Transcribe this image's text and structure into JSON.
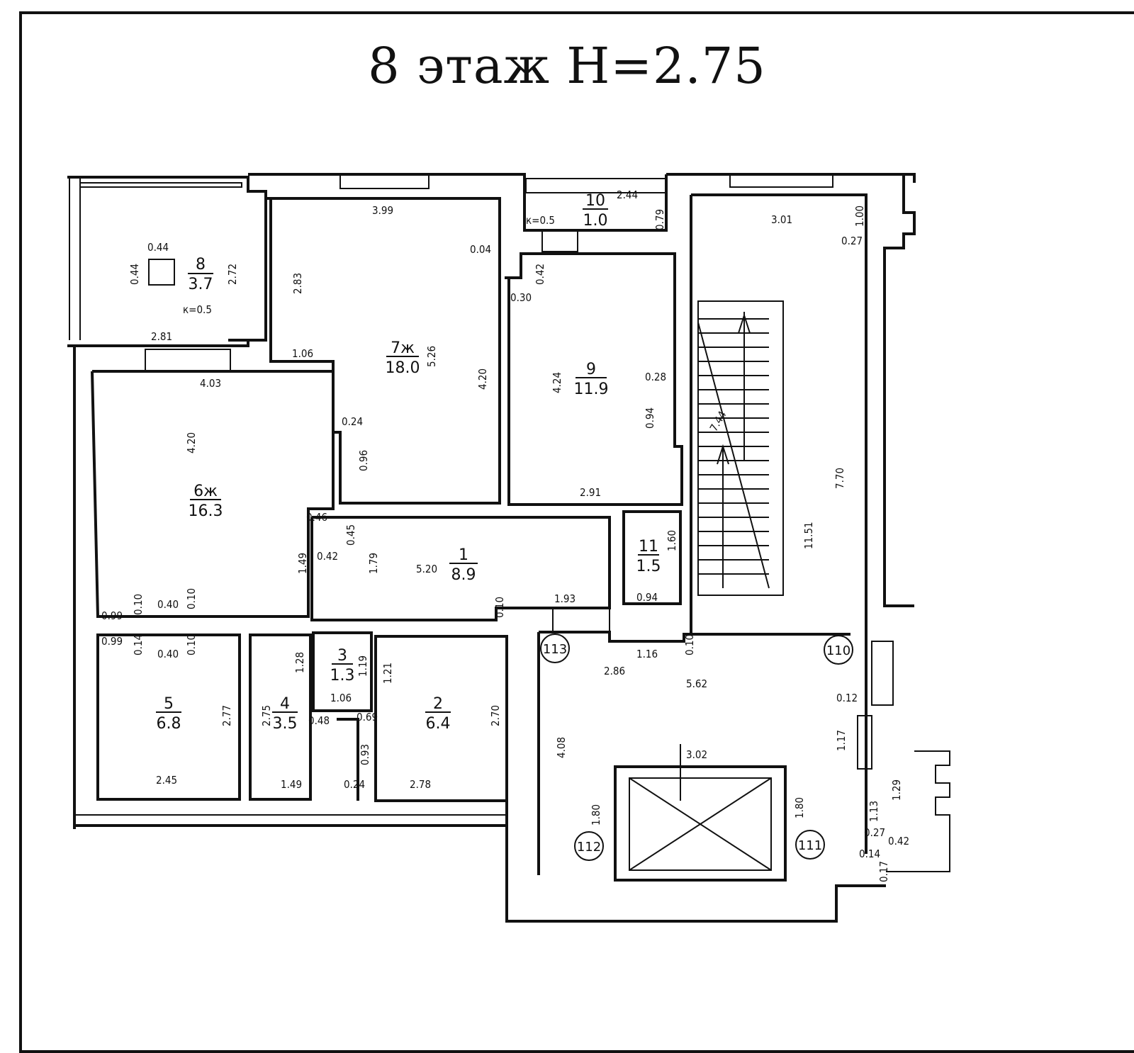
{
  "title": "8 этаж H=2.75",
  "rooms": [
    {
      "id": "r8",
      "number": "8",
      "area": "3.7"
    },
    {
      "id": "r7",
      "number": "7ж",
      "area": "18.0"
    },
    {
      "id": "r10",
      "number": "10",
      "area": "1.0"
    },
    {
      "id": "r9",
      "number": "9",
      "area": "11.9"
    },
    {
      "id": "r6",
      "number": "6ж",
      "area": "16.3"
    },
    {
      "id": "r1",
      "number": "1",
      "area": "8.9"
    },
    {
      "id": "r11",
      "number": "11",
      "area": "1.5"
    },
    {
      "id": "r3",
      "number": "3",
      "area": "1.3"
    },
    {
      "id": "r5",
      "number": "5",
      "area": "6.8"
    },
    {
      "id": "r4",
      "number": "4",
      "area": "3.5"
    },
    {
      "id": "r2",
      "number": "2",
      "area": "6.4"
    }
  ],
  "markers": [
    "113",
    "110",
    "112",
    "111"
  ],
  "dims": {
    "d1": "0.44",
    "d2": "0.44",
    "d3": "2.72",
    "d4": "к=0.5",
    "d5": "2.81",
    "d6": "3.99",
    "d7": "0.04",
    "d8": "2.83",
    "d9": "1.06",
    "d10": "5.26",
    "d11": "4.20",
    "d12": "0.24",
    "d13": "0.96",
    "d14": "к=0.5",
    "d15": "2.44",
    "d16": "0.79",
    "d17": "0.42",
    "d18": "0.30",
    "d19": "4.24",
    "d20": "0.28",
    "d21": "0.94",
    "d22": "2.91",
    "d23": "3.01",
    "d24": "1.00",
    "d25": "0.27",
    "d26": "7.44",
    "d27": "7.70",
    "d28": "11.51",
    "d29": "4.03",
    "d30": "4.20",
    "d31": "0.46",
    "d32": "0.45",
    "d33": "0.42",
    "d34": "1.49",
    "d35": "1.79",
    "d36": "5.20",
    "d37": "1.60",
    "d38": "0.10",
    "d39": "1.93",
    "d40": "0.94",
    "d41": "0.99",
    "d42": "0.10",
    "d43": "0.40",
    "d44": "0.10",
    "d45": "0.99",
    "d46": "0.14",
    "d47": "0.40",
    "d48": "0.10",
    "d49": "1.28",
    "d50": "1.19",
    "d51": "1.21",
    "d52": "1.06",
    "d53": "2.77",
    "d54": "2.75",
    "d55": "0.48",
    "d56": "0.69",
    "d57": "2.70",
    "d58": "0.93",
    "d59": "2.45",
    "d60": "1.49",
    "d61": "0.24",
    "d62": "2.78",
    "d63": "2.86",
    "d64": "1.16",
    "d65": "0.10",
    "d66": "5.62",
    "d67": "0.12",
    "d68": "1.17",
    "d69": "4.08",
    "d70": "3.02",
    "d71": "1.80",
    "d72": "1.80",
    "d73": "1.29",
    "d74": "1.13",
    "d75": "0.27",
    "d76": "0.42",
    "d77": "0.14",
    "d78": "0.17"
  }
}
